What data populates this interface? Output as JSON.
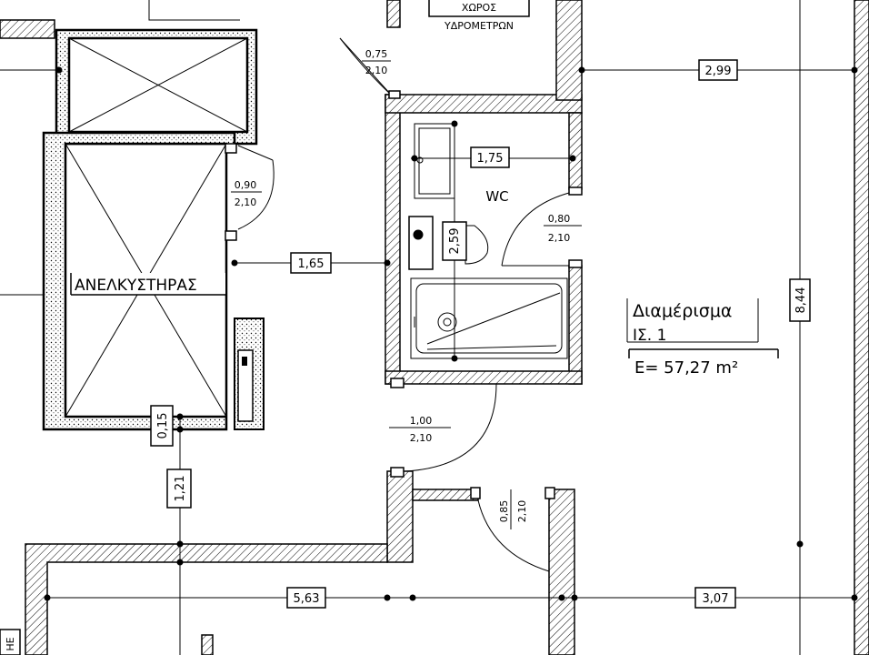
{
  "labels": {
    "meter_room_line1": "ΧΩΡΟΣ",
    "meter_room_line2": "ΥΔΡΟΜΕΤΡΩΝ",
    "elevator": "ΑΝΕΛΚΥΣΤΗΡΑΣ",
    "wc": "WC",
    "apartment_title": "Διαμέρισμα",
    "apartment_floor": "ΙΣ. 1",
    "apartment_area": "Ε=  57,27  m²",
    "edge_label": "HE"
  },
  "doors": {
    "d1_width": "0,75",
    "d1_height": "2,10",
    "d2_width": "0,90",
    "d2_height": "2,10",
    "d3_width": "0,80",
    "d3_height": "2,10",
    "d4_width": "1,00",
    "d4_height": "2,10",
    "d5_width": "0,85",
    "d5_height": "2,10"
  },
  "dimensions": {
    "top_right": "2,99",
    "wc_width": "1,75",
    "wc_depth": "2,59",
    "corridor": "1,65",
    "right_height": "8,44",
    "small_gap": "0,15",
    "lobby_depth": "1,21",
    "bottom_left": "5,63",
    "bottom_right": "3,07"
  },
  "colors": {
    "ink": "#000000",
    "paper": "#ffffff"
  }
}
